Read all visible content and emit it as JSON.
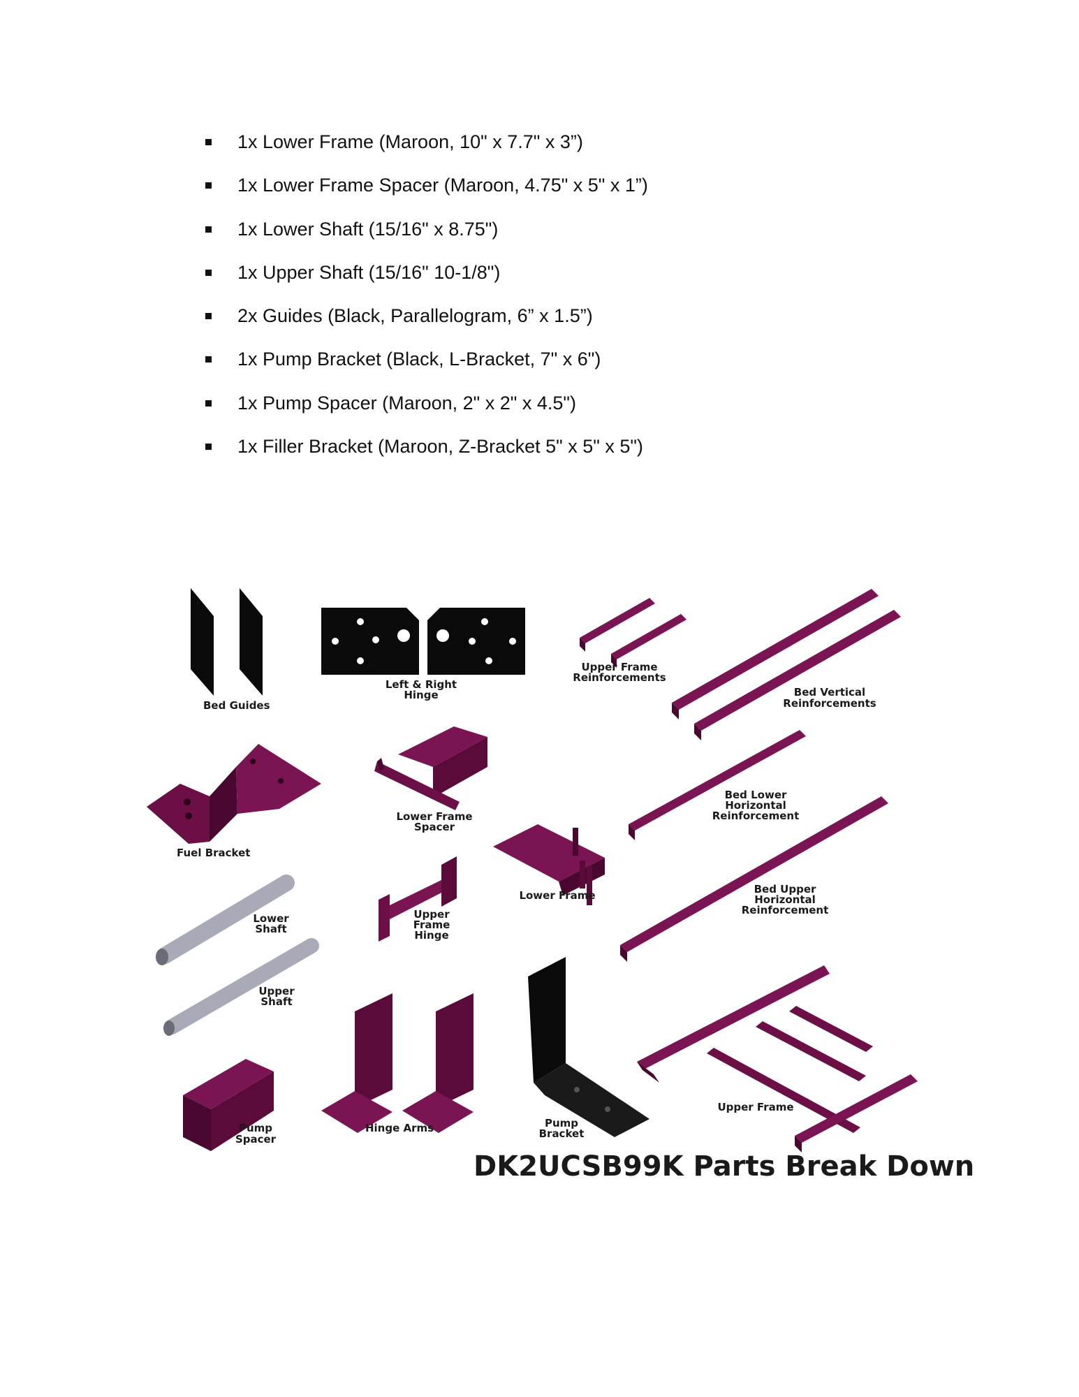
{
  "parts_list": [
    "1x Lower Frame (Maroon, 10\" x 7.7\" x 3”)",
    "1x Lower Frame Spacer (Maroon, 4.75\" x 5\" x 1”)",
    "1x Lower Shaft (15/16\" x 8.75\")",
    "1x Upper Shaft (15/16\" 10-1/8\")",
    "2x Guides (Black, Parallelogram, 6” x 1.5”)",
    "1x Pump Bracket (Black, L-Bracket, 7\" x 6\")",
    "1x Pump Spacer (Maroon, 2\" x 2\" x 4.5\")",
    "1x Filler Bracket (Maroon, Z-Bracket 5\" x 5\" x 5\")"
  ],
  "diagram": {
    "title": "DK2UCSB99K Parts Break Down",
    "labels": {
      "bed_guides": "Bed Guides",
      "hinge_1": "Left & Right",
      "hinge_2": "Hinge",
      "ufr_1": "Upper Frame",
      "ufr_2": "Reinforcements",
      "bvr_1": "Bed Vertical",
      "bvr_2": "Reinforcements",
      "fuel_bracket": "Fuel Bracket",
      "lfs_1": "Lower Frame",
      "lfs_2": "Spacer",
      "lower_frame": "Lower Frame",
      "blhr_1": "Bed Lower",
      "blhr_2": "Horizontal",
      "blhr_3": "Reinforcement",
      "lower_shaft_1": "Lower",
      "lower_shaft_2": "Shaft",
      "ufh_1": "Upper",
      "ufh_2": "Frame",
      "ufh_3": "Hinge",
      "buhr_1": "Bed Upper",
      "buhr_2": "Horizontal",
      "buhr_3": "Reinforcement",
      "upper_shaft_1": "Upper",
      "upper_shaft_2": "Shaft",
      "pump_spacer_1": "Pump",
      "pump_spacer_2": "Spacer",
      "hinge_arms": "Hinge Arms",
      "pump_bracket_1": "Pump",
      "pump_bracket_2": "Bracket",
      "upper_frame": "Upper Frame"
    },
    "colors": {
      "maroon": "#6b0f46",
      "maroon_dark": "#4a0830",
      "black": "#0a0a0a",
      "shaft": "#a8aab8"
    }
  }
}
